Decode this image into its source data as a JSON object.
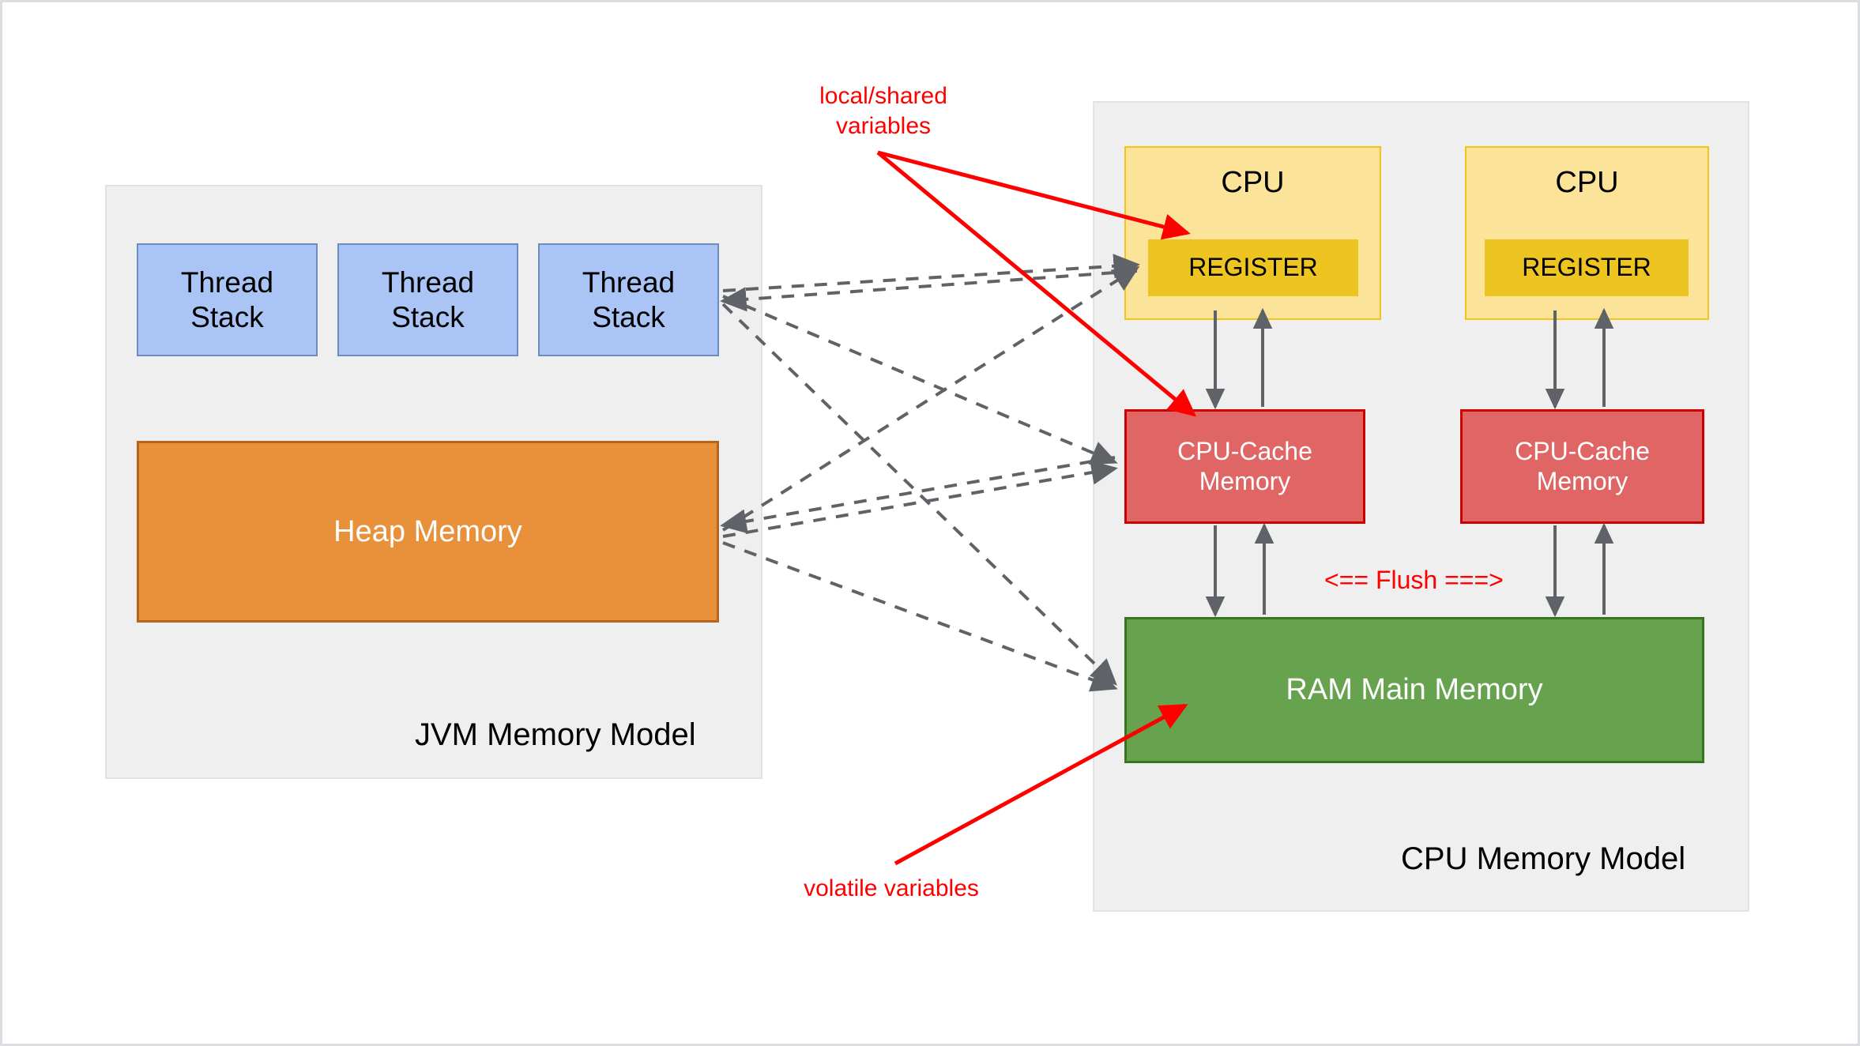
{
  "diagram": {
    "title": "JVM Memory Model and CPU Memory Model",
    "colors": {
      "panel_bg": "#efefef",
      "panel_border": "#e2e2e2",
      "thread_stack_fill": "#a9c4f5",
      "thread_stack_border": "#6c8ebf",
      "heap_fill": "#e8913a",
      "heap_border": "#b5651d",
      "cpu_fill": "#fce39a",
      "cpu_border": "#f0c419",
      "register_fill": "#eec520",
      "cache_fill": "#e06666",
      "cache_border": "#cc0000",
      "ram_fill": "#67a34e",
      "ram_border": "#38761d",
      "annotation_red": "#ff0000",
      "connector_gray": "#666666"
    }
  },
  "jvm_panel": {
    "title": "JVM Memory Model",
    "thread_stacks": [
      {
        "label": "Thread\nStack"
      },
      {
        "label": "Thread\nStack"
      },
      {
        "label": "Thread\nStack"
      }
    ],
    "heap": {
      "label": "Heap Memory"
    }
  },
  "cpu_panel": {
    "title": "CPU Memory Model",
    "cpus": [
      {
        "label": "CPU",
        "register": {
          "label": "REGISTER"
        },
        "cache": {
          "label": "CPU-Cache\nMemory"
        }
      },
      {
        "label": "CPU",
        "register": {
          "label": "REGISTER"
        },
        "cache": {
          "label": "CPU-Cache\nMemory"
        }
      }
    ],
    "ram": {
      "label": "RAM Main Memory"
    },
    "flush": {
      "label": "<== Flush ===>"
    }
  },
  "annotations": {
    "local_shared": {
      "label": "local/shared\nvariables"
    },
    "volatile": {
      "label": "volatile variables"
    }
  }
}
